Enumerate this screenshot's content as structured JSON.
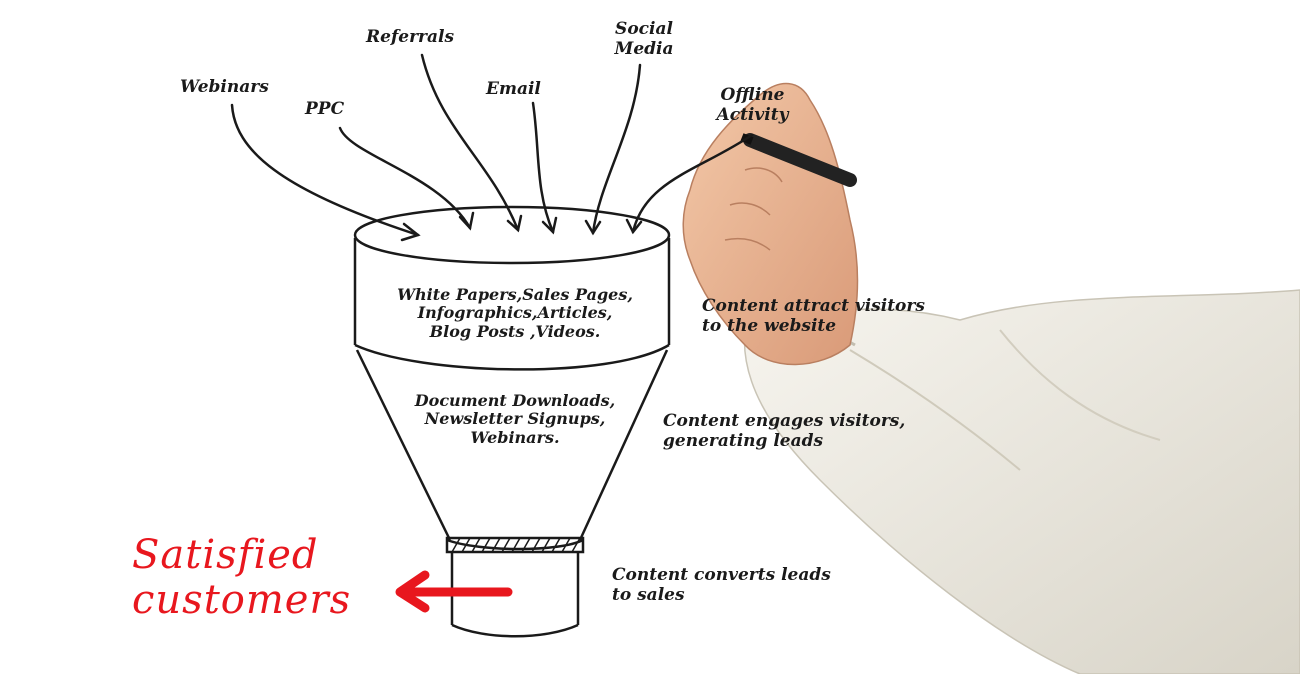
{
  "sources": {
    "webinars": "Webinars",
    "ppc": "PPC",
    "referrals": "Referrals",
    "email": "Email",
    "social_media": [
      "Social",
      "Media"
    ],
    "offline_activity": [
      "Offline",
      "Activity"
    ]
  },
  "funnel": {
    "top_section": [
      "White Papers,Sales Pages,",
      "Infographics,Articles,",
      "Blog Posts ,Videos."
    ],
    "middle_section": [
      "Document Downloads,",
      "Newsletter Signups,",
      "Webinars."
    ]
  },
  "stage_notes": {
    "attract": [
      "Content attract visitors",
      "to the website"
    ],
    "engage": [
      "Content engages visitors,",
      "generating leads"
    ],
    "convert": [
      "Content converts leads",
      "to sales"
    ]
  },
  "outcome": [
    "Satisfied",
    "customers"
  ],
  "colors": {
    "ink": "#1a1a1a",
    "outcome_red": "#e8171e",
    "background": "#ffffff"
  }
}
